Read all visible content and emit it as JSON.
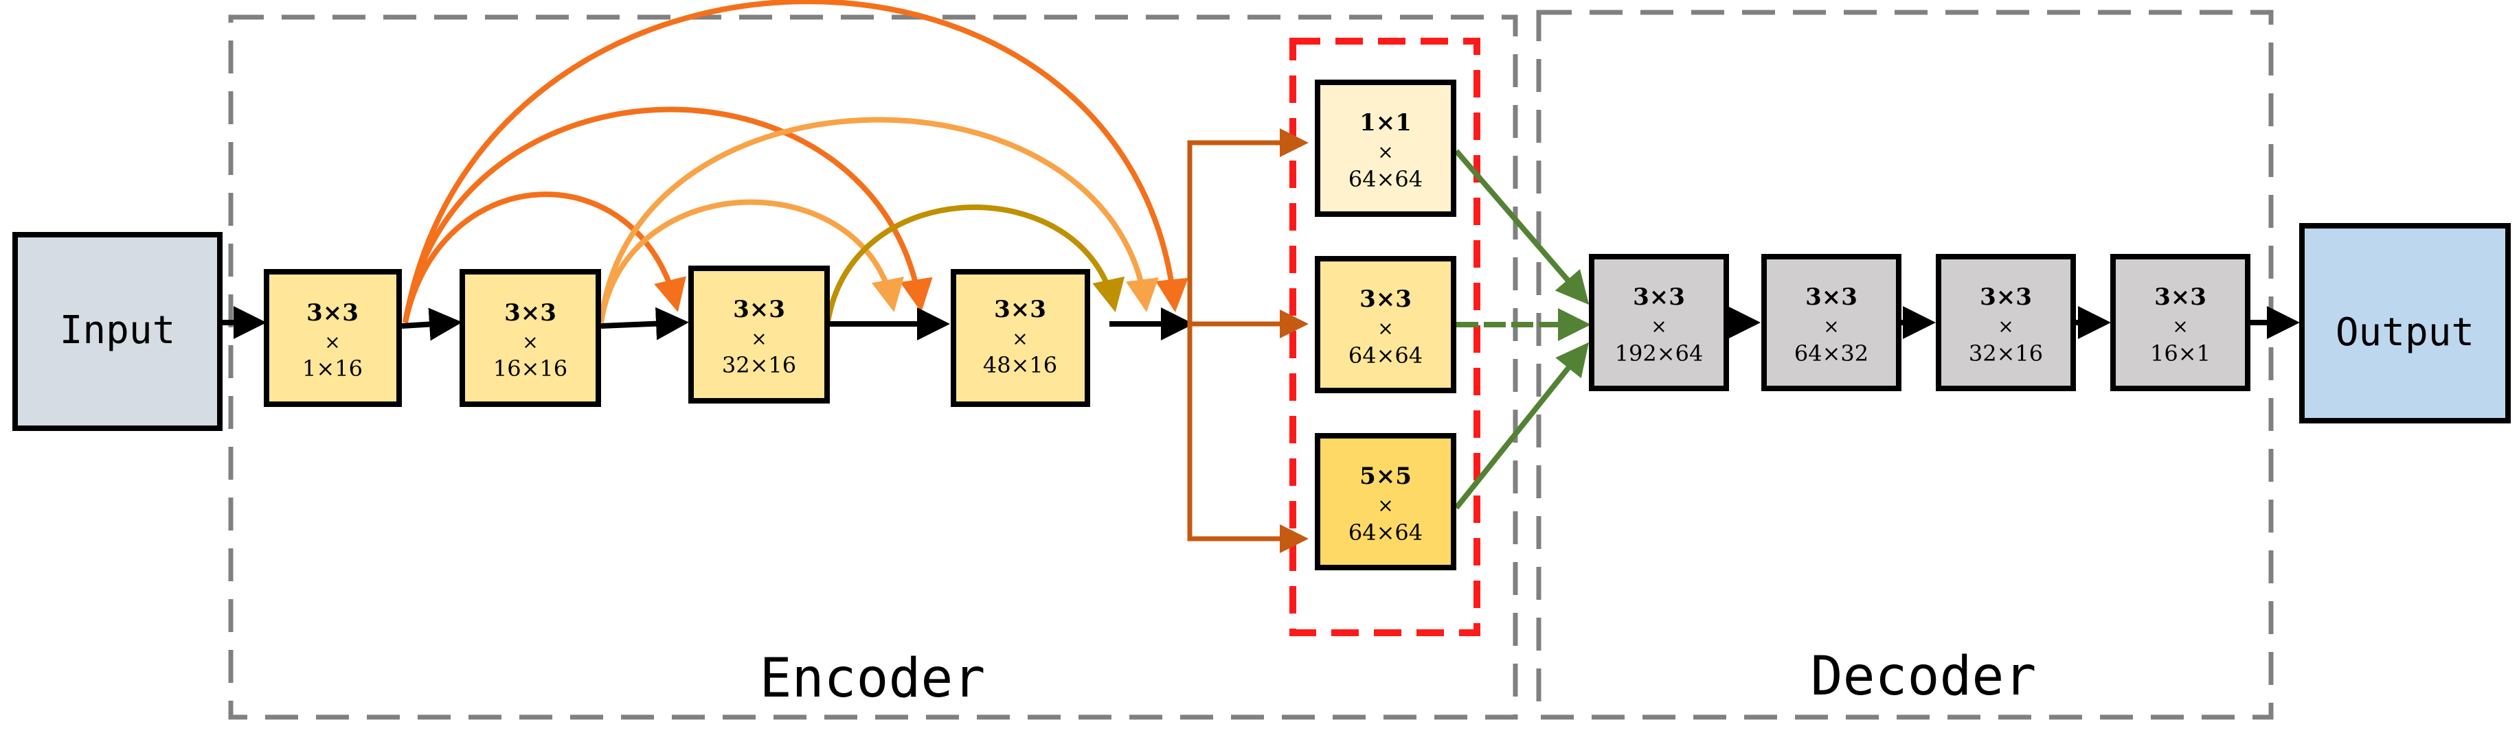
{
  "input_label": "Input",
  "output_label": "Output",
  "encoder_label": "Encoder",
  "decoder_label": "Decoder",
  "colors": {
    "input_fill": "#d6dce4",
    "output_fill": "#bdd7ee",
    "encoder_block": "#ffe699",
    "branch_1x1": "#fff2cc",
    "branch_3x3": "#ffe699",
    "branch_5x5": "#ffd966",
    "decoder_block": "#d0cece",
    "skip_dark_orange": "#f4701b",
    "skip_light_orange": "#f8a347",
    "skip_olive": "#bf9000",
    "branch_arrow": "#c55a11",
    "merge_arrow": "#548235",
    "region_border": "#808080",
    "highlight_border": "#ff0000"
  },
  "encoder_blocks": [
    {
      "kernel": "3×3",
      "sep": "×",
      "channels": "1×16"
    },
    {
      "kernel": "3×3",
      "sep": "×",
      "channels": "16×16"
    },
    {
      "kernel": "3×3",
      "sep": "×",
      "channels": "32×16"
    },
    {
      "kernel": "3×3",
      "sep": "×",
      "channels": "48×16"
    }
  ],
  "branch_blocks": [
    {
      "kernel": "1×1",
      "sep": "×",
      "channels": "64×64"
    },
    {
      "kernel": "3×3",
      "sep": "×",
      "channels": "64×64"
    },
    {
      "kernel": "5×5",
      "sep": "×",
      "channels": "64×64"
    }
  ],
  "decoder_blocks": [
    {
      "kernel": "3×3",
      "sep": "×",
      "channels": "192×64"
    },
    {
      "kernel": "3×3",
      "sep": "×",
      "channels": "64×32"
    },
    {
      "kernel": "3×3",
      "sep": "×",
      "channels": "32×16"
    },
    {
      "kernel": "3×3",
      "sep": "×",
      "channels": "16×1"
    }
  ]
}
